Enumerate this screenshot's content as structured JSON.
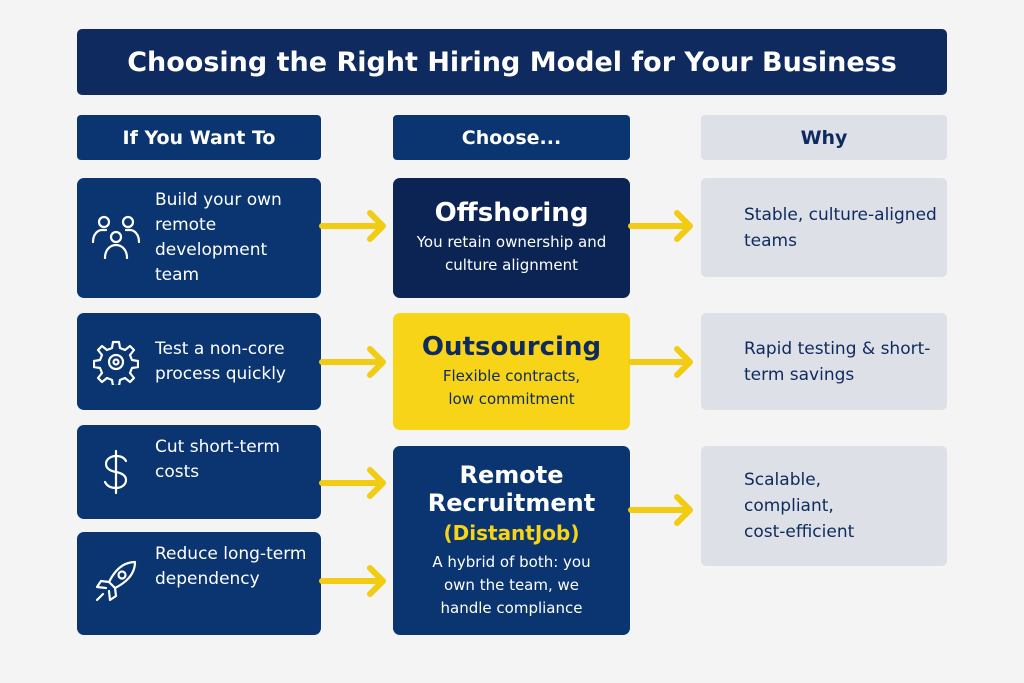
{
  "title": "Choosing the Right Hiring Model for Your Business",
  "headers": {
    "want": "If You Want To",
    "choose": "Choose...",
    "why": "Why"
  },
  "goals": [
    {
      "icon": "team-icon",
      "text": "Build your own remote development team"
    },
    {
      "icon": "gear-icon",
      "text": "Test a non-core process quickly"
    },
    {
      "icon": "dollar-icon",
      "text": "Cut short-term costs"
    },
    {
      "icon": "rocket-icon",
      "text": "Reduce long-term dependency"
    }
  ],
  "models": [
    {
      "name": "Offshoring",
      "desc": "You retain ownership and culture alignment"
    },
    {
      "name": "Outsourcing",
      "desc": "Flexible contracts, low commitment"
    },
    {
      "name": "Remote Recruitment",
      "brand": "(DistantJob)",
      "desc": "A hybrid of both: you own the team, we handle compliance"
    }
  ],
  "reasons": [
    "Stable, culture-aligned teams",
    "Rapid testing & short-term savings",
    "Scalable, compliant, cost-efficient"
  ],
  "colors": {
    "navy": "#0a3570",
    "dark_navy": "#0c2454",
    "yellow": "#f7d417",
    "grey": "#dde0e6"
  }
}
